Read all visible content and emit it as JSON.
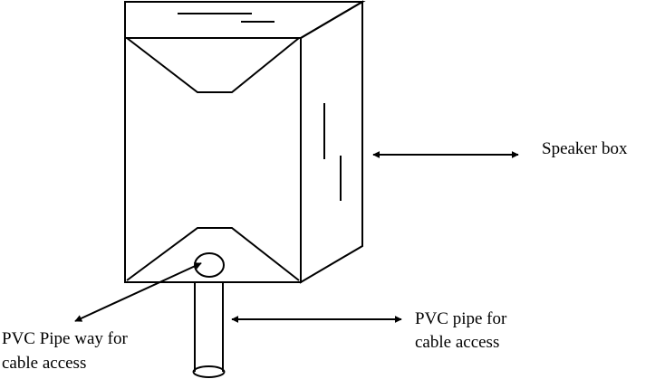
{
  "labels": {
    "speaker_box": "Speaker box",
    "pvc_pipe_line1": "PVC pipe for",
    "pvc_pipe_line2": "cable access",
    "pvc_pipe_way_line1": "PVC Pipe way for",
    "pvc_pipe_way_line2": "cable access"
  },
  "colors": {
    "stroke": "#000000",
    "background": "#ffffff"
  }
}
